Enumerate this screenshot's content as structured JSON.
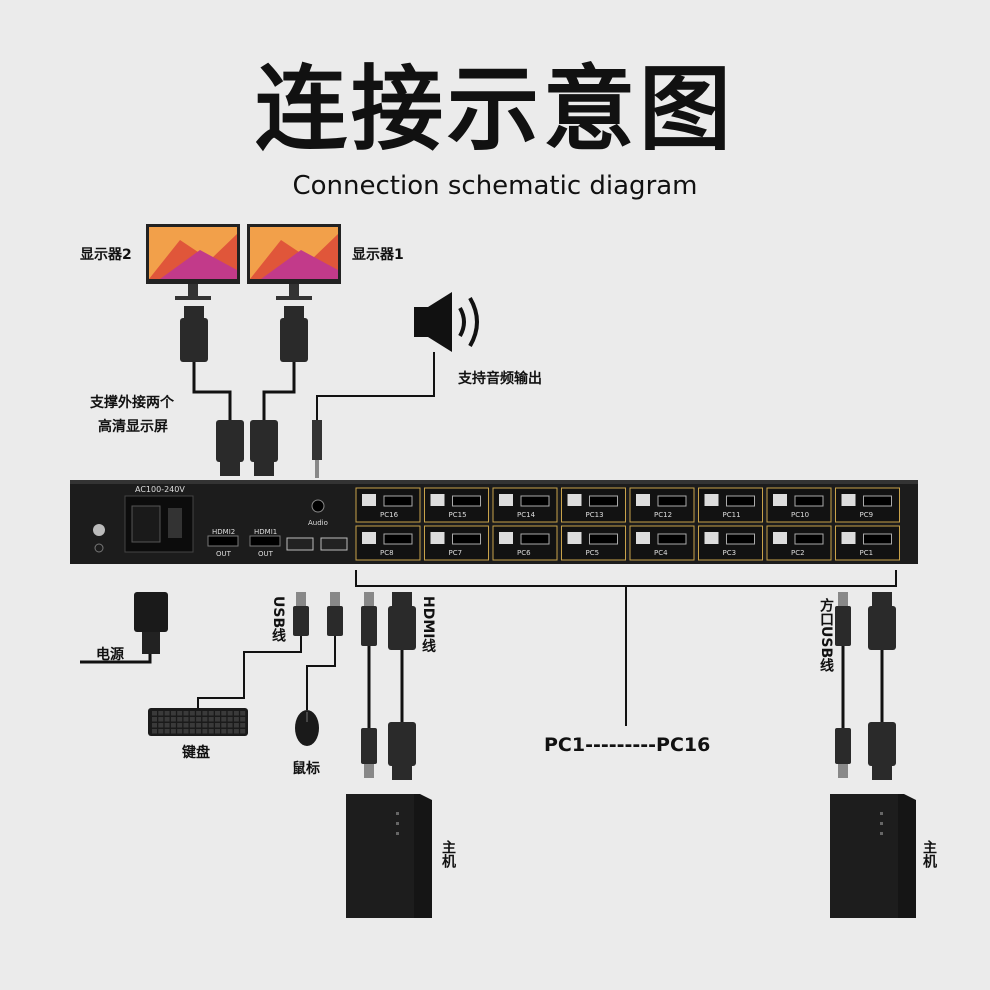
{
  "header": {
    "title": "连接示意图",
    "subtitle": "Connection schematic diagram"
  },
  "labels": {
    "monitor2": "显示器2",
    "monitor1": "显示器1",
    "dual_display_line1": "支撑外接两个",
    "dual_display_line2": "高清显示屏",
    "audio_support": "支持音频输出",
    "power": "电源",
    "usb_cable": "USB线",
    "hdmi_cable": "HDMI线",
    "square_usb_cable": "方口USB线",
    "keyboard": "键盘",
    "mouse": "鼠标",
    "pc_range": "PC1---------PC16",
    "host_left": "主机",
    "host_right": "主机"
  },
  "device": {
    "power_rating": "AC100-240V",
    "hdmi2": "HDMI2",
    "hdmi1": "HDMI1",
    "out": "OUT",
    "audio": "Audio",
    "ports_top": [
      "PC16",
      "PC15",
      "PC14",
      "PC13",
      "PC12",
      "PC11",
      "PC10",
      "PC9"
    ],
    "ports_bottom": [
      "PC8",
      "PC7",
      "PC6",
      "PC5",
      "PC4",
      "PC3",
      "PC2",
      "PC1"
    ]
  },
  "colors": {
    "background": "#ebebeb",
    "device_body": "#1c1c1c",
    "port_border": "#c8a24a"
  }
}
